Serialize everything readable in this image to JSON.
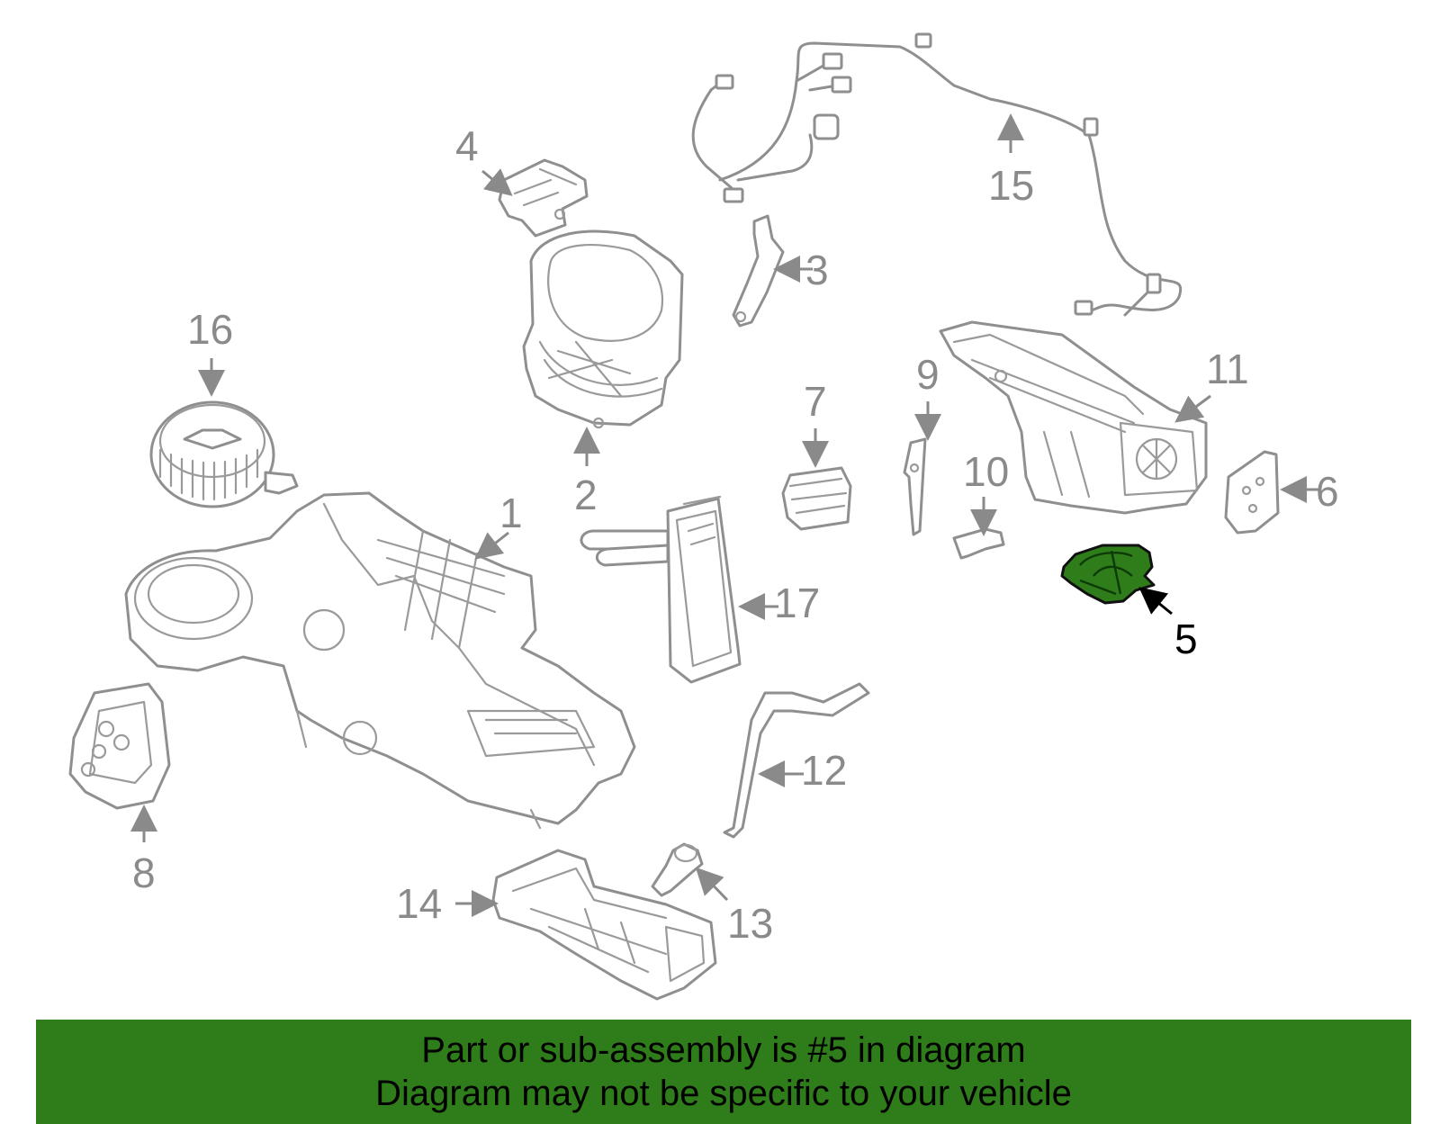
{
  "highlight_color": "#2e7d1a",
  "callouts": {
    "c1": "1",
    "c2": "2",
    "c3": "3",
    "c4": "4",
    "c5": "5",
    "c6": "6",
    "c7": "7",
    "c8": "8",
    "c9": "9",
    "c10": "10",
    "c11": "11",
    "c12": "12",
    "c13": "13",
    "c14": "14",
    "c15": "15",
    "c16": "16",
    "c17": "17"
  },
  "highlighted_part": "5",
  "banner": {
    "line1": "Part or sub-assembly is #5 in diagram",
    "line2": "Diagram may not be specific to your vehicle"
  }
}
